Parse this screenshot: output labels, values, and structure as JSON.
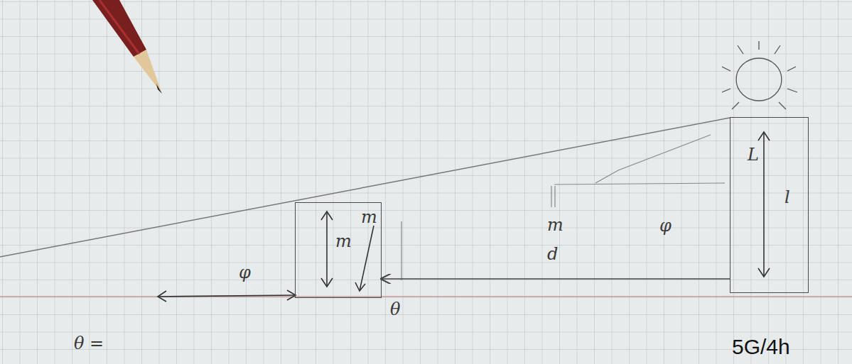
{
  "diagram": {
    "nodes": [
      {
        "text": [
          "m",
          "m"
        ]
      },
      {
        "text": [
          "L",
          "l"
        ]
      }
    ],
    "edges": [
      {
        "from": 1,
        "to": 0,
        "arrow": "to"
      }
    ],
    "labels": [
      "θ =",
      "d",
      "m",
      "θ",
      "φ",
      "φ",
      "5G/4h"
    ]
  }
}
